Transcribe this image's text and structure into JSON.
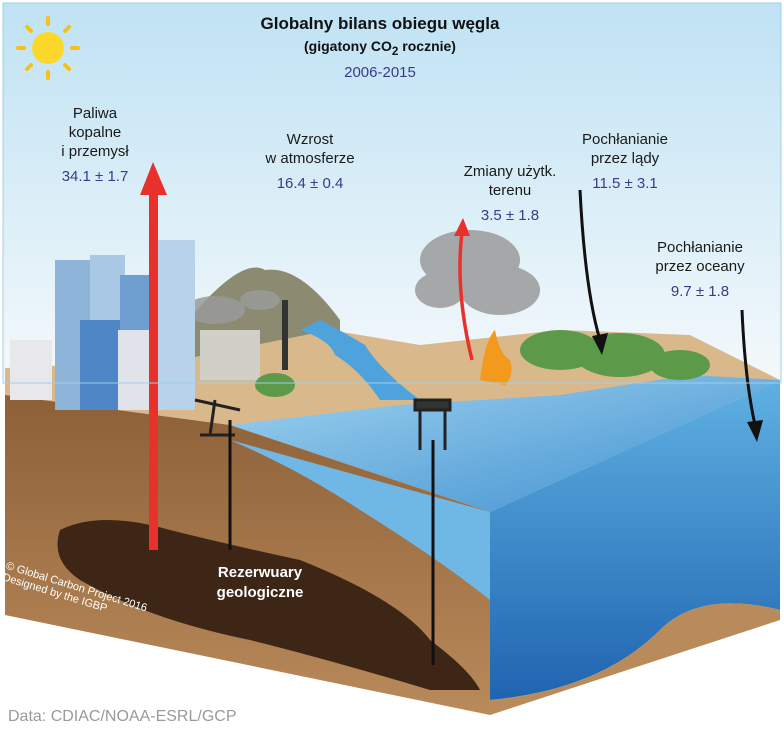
{
  "title": {
    "main": "Globalny bilans obiegu węgla",
    "unit_prefix": "(gigatony CO",
    "unit_sub": "2",
    "unit_suffix": " rocznie)",
    "period": "2006-2015"
  },
  "fluxes": [
    {
      "label_lines": [
        "Paliwa",
        "kopalne",
        "i przemysł"
      ],
      "value": "34.1 ± 1.7"
    },
    {
      "label_lines": [
        "Wzrost",
        "w atmosferze"
      ],
      "value": "16.4 ± 0.4"
    },
    {
      "label_lines": [
        "Zmiany użytk.",
        "terenu"
      ],
      "value": "3.5 ± 1.8"
    },
    {
      "label_lines": [
        "Pochłanianie",
        "przez lądy"
      ],
      "value": "11.5 ± 3.1"
    },
    {
      "label_lines": [
        "Pochłanianie",
        "przez oceany"
      ],
      "value": "9.7 ± 1.8"
    }
  ],
  "reservoir": {
    "lines": [
      "Rezerwuary",
      "geologiczne"
    ]
  },
  "copyright": {
    "lines": [
      "© Global Carbon Project 2016",
      "Designed by the IGBP"
    ]
  },
  "credit": "Data: CDIAC/NOAA-ESRL/GCP",
  "colors": {
    "source_arrow": "#e8312a",
    "sink_arrow": "#111111",
    "value_text": "#3a3a8a",
    "ocean": "#4fa3dc",
    "soil": "#a97a4d",
    "reservoir": "#3d2616"
  }
}
